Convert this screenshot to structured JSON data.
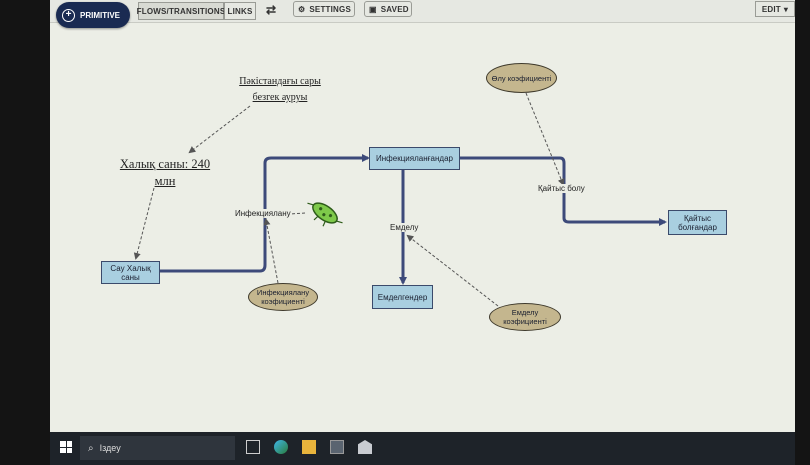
{
  "toolbar": {
    "primitive_label": "PRIMITIVE",
    "flows_tab": "FLOWS/TRANSITIONS",
    "links_tab": "LINKS",
    "settings_label": "SETTINGS",
    "saved_label": "SAVED",
    "edit_label": "EDIT"
  },
  "canvas": {
    "note_title_line1": "Пәкістандағы сары",
    "note_title_line2": "безгек ауруы",
    "population_line1": "Халық саны: 240",
    "population_line2": "млн",
    "stocks": {
      "susceptible": "Сау Халық саны",
      "infected": "Инфекцияланғандар",
      "recovered": "Емделгендер",
      "dead": "Қайтыс болғандар"
    },
    "flows": {
      "infection": "Инфекциялану",
      "recovery": "Емделу",
      "death": "Қайтыс болу"
    },
    "variables": {
      "infection_rate": "Инфекциялану коэфициенті",
      "recovery_rate": "Емделу коэфициенті",
      "death_rate": "Өлу коэфициенті"
    }
  },
  "taskbar": {
    "search_text": "Іздеу"
  },
  "colors": {
    "stock_fill": "#a9cfe0",
    "variable_fill": "#c4b68e",
    "flow_color": "#3d4a7a",
    "toolbar_primary": "#1a2b52"
  }
}
